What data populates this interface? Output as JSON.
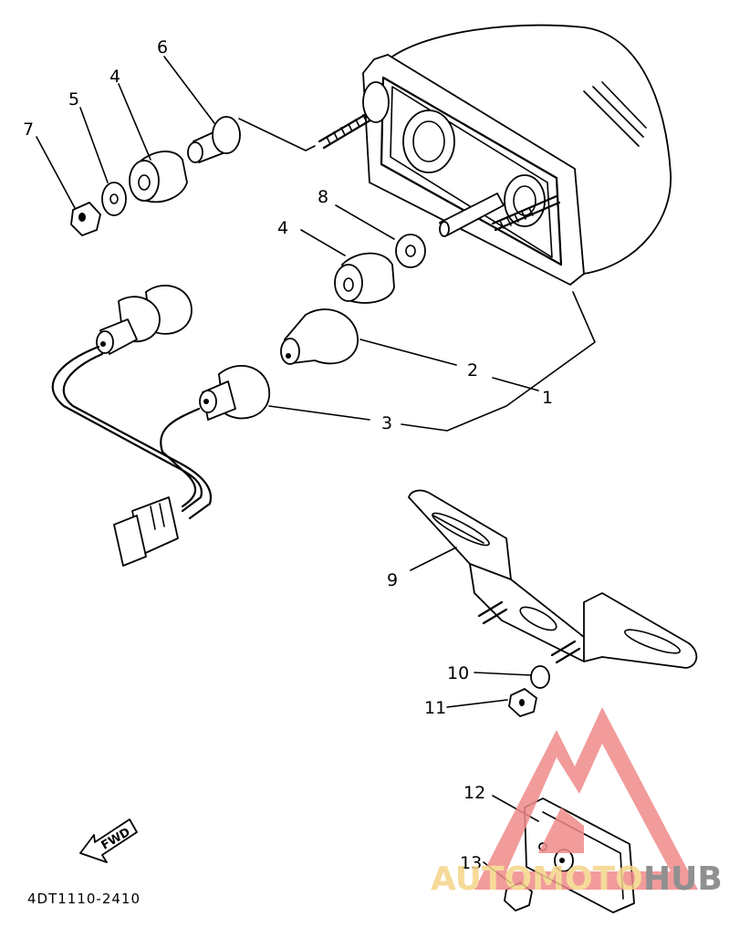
{
  "diagram": {
    "callouts": [
      "1",
      "2",
      "3",
      "4",
      "4",
      "5",
      "6",
      "7",
      "8",
      "9",
      "10",
      "11",
      "12",
      "13"
    ],
    "direction_label": "FWD",
    "drawing_code": "4DT1110-2410"
  },
  "watermark": {
    "brand_part1": "AUTOMOTO",
    "brand_part2": "HUB",
    "colors": {
      "logo": "#f08a8a",
      "part1": "#f5d488",
      "part2": "#7d7d7d"
    }
  }
}
